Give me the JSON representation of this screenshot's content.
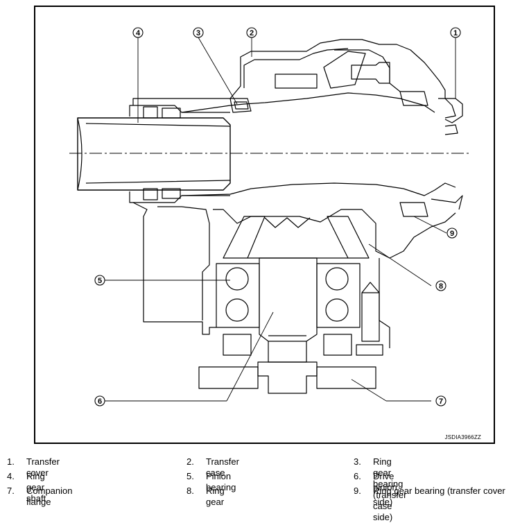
{
  "diagram_code": "JSDIA3966ZZ",
  "callouts": [
    "1",
    "2",
    "3",
    "4",
    "5",
    "6",
    "7",
    "8",
    "9"
  ],
  "legend": [
    {
      "num": "1.",
      "label": "Transfer cover"
    },
    {
      "num": "2.",
      "label": "Transfer case"
    },
    {
      "num": "3.",
      "label": "Ring gear bearing (transfer case side)"
    },
    {
      "num": "4.",
      "label": "Ring gear shaft"
    },
    {
      "num": "5.",
      "label": "Pinion bearing"
    },
    {
      "num": "6.",
      "label": "Drive pinion"
    },
    {
      "num": "7.",
      "label": "Companion flange"
    },
    {
      "num": "8.",
      "label": "Ring gear"
    },
    {
      "num": "9.",
      "label": "Ring gear bearing (transfer cover side)"
    }
  ]
}
